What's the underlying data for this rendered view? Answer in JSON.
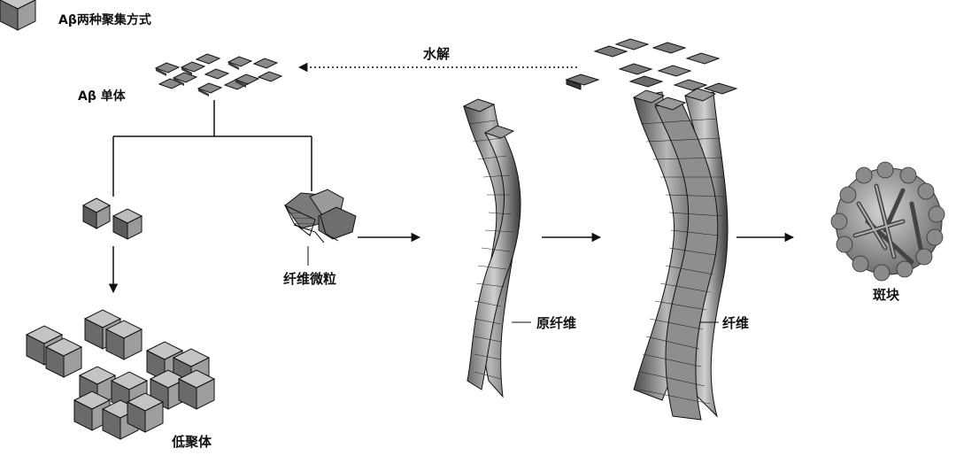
{
  "title": "Aβ两种聚集方式",
  "labels": {
    "monomer": "Aβ 单体",
    "hydrolysis": "水解",
    "fibril_particle": "纤维微粒",
    "protofibril": "原纤维",
    "fibril": "纤维",
    "plaque": "斑块",
    "oligomer": "低聚体"
  },
  "colors": {
    "line": "#111111",
    "tile_top": "#8a8a8a",
    "tile_dark": "#3a3a3a",
    "tile_light": "#bdbdbd",
    "plaque": "#9a9a9a"
  },
  "icons": [
    "monomer-tiles",
    "oligomer-cubes",
    "fibril-particle-cluster",
    "protofibril-helix",
    "fibril-helix",
    "plaque-sphere"
  ]
}
